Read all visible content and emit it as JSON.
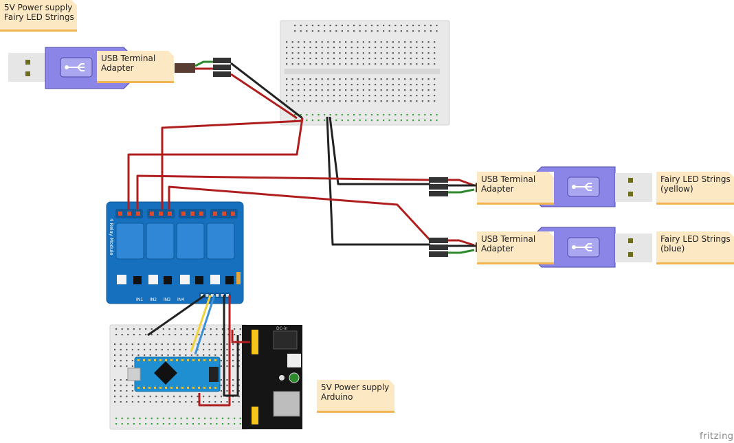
{
  "notes": {
    "fairy_power": [
      "5V Power supply",
      "Fairy LED Strings"
    ],
    "usb_adapter_top": [
      "USB Terminal",
      "Adapter"
    ],
    "usb_adapter_yellow": [
      "USB Terminal",
      "Adapter"
    ],
    "usb_adapter_blue": [
      "USB Terminal",
      "Adapter"
    ],
    "fairy_yellow": [
      "Fairy LED Strings",
      "(yellow)"
    ],
    "fairy_blue": [
      "Fairy LED Strings",
      "(blue)"
    ],
    "arduino_power": [
      "5V Power supply",
      "Arduino"
    ]
  },
  "relay_module": {
    "label": "4 Relay Module",
    "inputs": [
      "IN1",
      "IN2",
      "IN3",
      "IN4"
    ]
  },
  "power_module": {
    "label": "DC-in"
  },
  "brand": "fritzing",
  "icons": {
    "usb": "usb-symbol-icon"
  },
  "colors": {
    "note_bg": "#fde8c4",
    "note_border": "#f2b44e",
    "usb_body": "#8b85e8",
    "usb_plug": "#e6e6e6",
    "relay_board": "#1670bd",
    "relay_block": "#2f87d6",
    "wire_red": "#b01d1d",
    "wire_black": "#222222",
    "wire_green": "#2c8a2c",
    "wire_yellow": "#f0d23c",
    "wire_blue": "#3b8fd6",
    "breadboard": "#e9e9e9",
    "arduino": "#1f8fd2",
    "power_module": "#151515"
  }
}
